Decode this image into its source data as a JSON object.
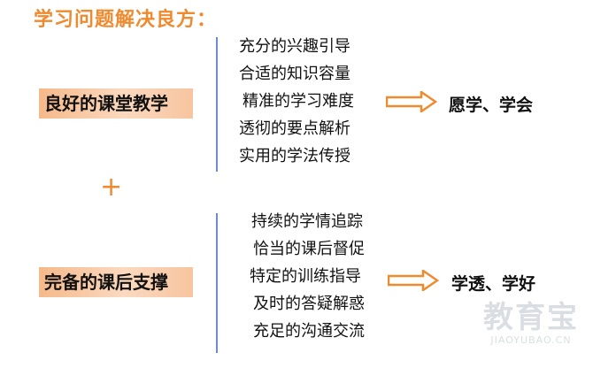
{
  "title": "学习问题解决良方：",
  "sections": [
    {
      "label": "良好的课堂教学",
      "items": [
        "充分的兴趣引导",
        "合适的知识容量",
        "精准的学习难度",
        "透彻的要点解析",
        "实用的学法传授"
      ],
      "result": "愿学、学会"
    },
    {
      "label": "完备的课后支撑",
      "items": [
        "持续的学情追踪",
        "恰当的课后督促",
        "特定的训练指导",
        "及时的答疑解惑",
        "充足的沟通交流"
      ],
      "result": "学透、学好"
    }
  ],
  "plus": "+",
  "watermark": {
    "brand": "教育宝",
    "site": "JIAOYUBAO.CN"
  },
  "colors": {
    "accent": "#ef8a2e",
    "line": "#6b8ccf",
    "label_bg": "#f8c8a3"
  },
  "icons": [
    "arrow-right-icon",
    "plus-icon"
  ]
}
